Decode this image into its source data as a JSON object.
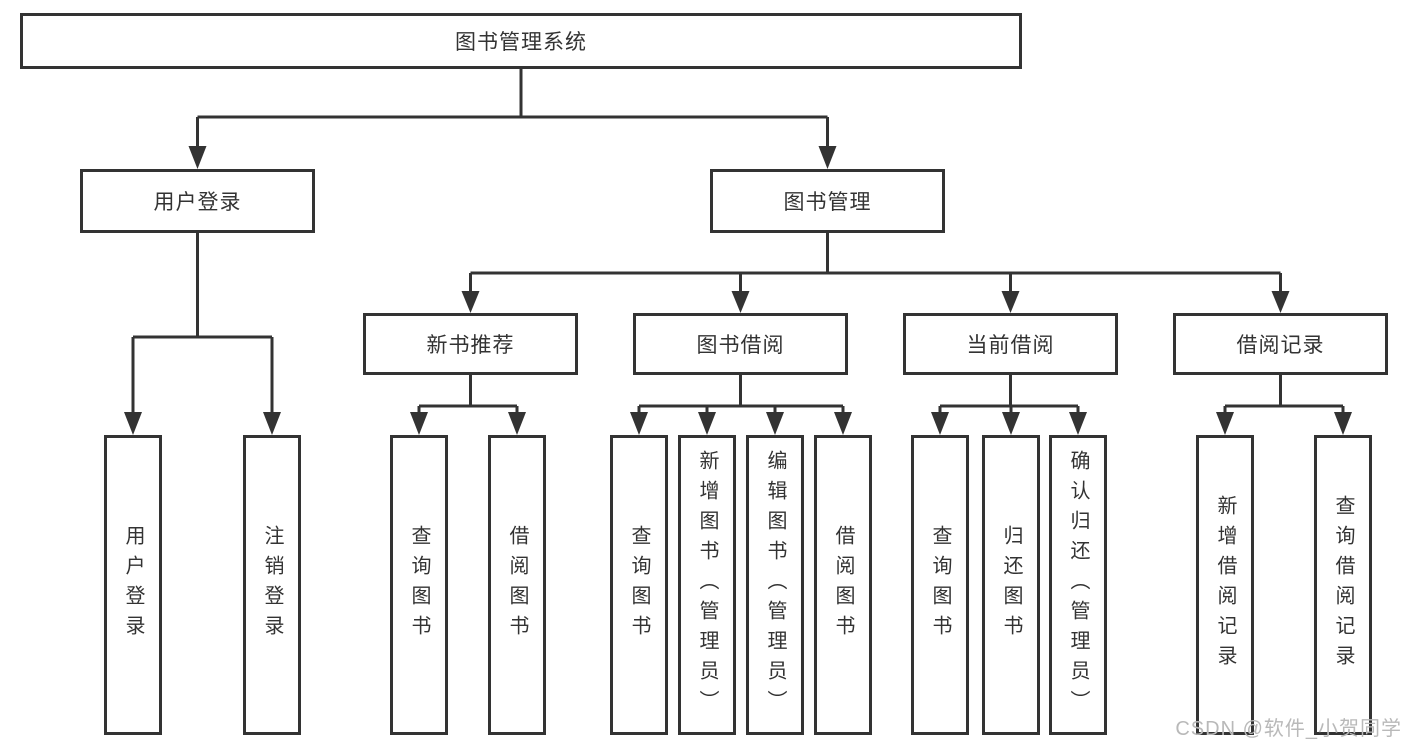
{
  "colors": {
    "background": "#ffffff",
    "line": "#333333",
    "box-border": "#333333",
    "text": "#333333",
    "watermark": "#b9b9b9"
  },
  "watermark": {
    "text": "CSDN @软件_小贺同学"
  },
  "tree": {
    "label": "图书管理系统",
    "children": [
      {
        "label": "用户登录",
        "children": [
          {
            "label": "用户登录"
          },
          {
            "label": "注销登录"
          }
        ]
      },
      {
        "label": "图书管理",
        "children": [
          {
            "label": "新书推荐",
            "children": [
              {
                "label": "查询图书"
              },
              {
                "label": "借阅图书"
              }
            ]
          },
          {
            "label": "图书借阅",
            "children": [
              {
                "label": "查询图书"
              },
              {
                "label": "新增图书（管理员）"
              },
              {
                "label": "编辑图书（管理员）"
              },
              {
                "label": "借阅图书"
              }
            ]
          },
          {
            "label": "当前借阅",
            "children": [
              {
                "label": "查询图书"
              },
              {
                "label": "归还图书"
              },
              {
                "label": "确认归还（管理员）"
              }
            ]
          },
          {
            "label": "借阅记录",
            "children": [
              {
                "label": "新增借阅记录"
              },
              {
                "label": "查询借阅记录"
              }
            ]
          }
        ]
      }
    ]
  }
}
